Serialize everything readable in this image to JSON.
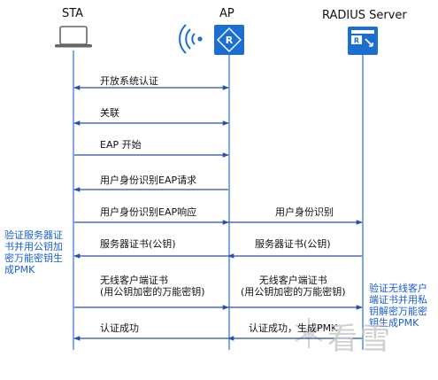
{
  "participants": {
    "sta": "STA",
    "ap": "AP",
    "radius": "RADIUS Server"
  },
  "icons": {
    "sta": "laptop-icon",
    "ap_wireless": "wireless-signal-icon",
    "ap_router": "router-icon",
    "radius": "server-icon",
    "watermark": "snowflake-icon"
  },
  "messages": [
    {
      "id": "open-auth",
      "text": "开放系统认证",
      "from": "STA",
      "to": "AP",
      "bidirectional": true
    },
    {
      "id": "associate",
      "text": "关联",
      "from": "STA",
      "to": "AP",
      "bidirectional": true
    },
    {
      "id": "eap-start",
      "text": "EAP 开始",
      "from": "STA",
      "to": "AP",
      "bidirectional": false
    },
    {
      "id": "identity-request",
      "text": "用户身份识别EAP请求",
      "from": "AP",
      "to": "STA",
      "bidirectional": false
    },
    {
      "id": "identity-response",
      "text": "用户身份识别EAP响应",
      "from": "STA",
      "to": "AP",
      "bidirectional": false
    },
    {
      "id": "identity-forward",
      "text": "用户身份识别",
      "from": "AP",
      "to": "RADIUS Server",
      "bidirectional": false
    },
    {
      "id": "server-cert-radius",
      "text": "服务器证书(公钥)",
      "from": "RADIUS Server",
      "to": "AP",
      "bidirectional": false
    },
    {
      "id": "server-cert-ap",
      "text": "服务器证书(公钥)",
      "from": "AP",
      "to": "STA",
      "bidirectional": false
    },
    {
      "id": "client-cert-sta",
      "text": "无线客户端证书\n(用公钥加密的万能密钥)",
      "from": "STA",
      "to": "AP",
      "bidirectional": false
    },
    {
      "id": "client-cert-ap",
      "text": "无线客户端证书\n(用公钥加密的万能密钥)",
      "from": "AP",
      "to": "RADIUS Server",
      "bidirectional": false
    },
    {
      "id": "auth-success-radius",
      "text": "认证成功，生成PMK",
      "from": "RADIUS Server",
      "to": "AP",
      "bidirectional": false
    },
    {
      "id": "auth-success-ap",
      "text": "认证成功",
      "from": "AP",
      "to": "STA",
      "bidirectional": false
    }
  ],
  "notes": {
    "left": "验证服务器证书并用公钥加密万能密钥生成PMK",
    "right": "验证无线客户端证书并用私钥解密万能密钥生成PMK"
  },
  "watermark": "看雪",
  "colors": {
    "line": "#2b6fd6",
    "arrow": "#2b4fa8",
    "note": "#1a5fd8",
    "icon_blue": "#1c6fd1",
    "text": "#111111"
  }
}
